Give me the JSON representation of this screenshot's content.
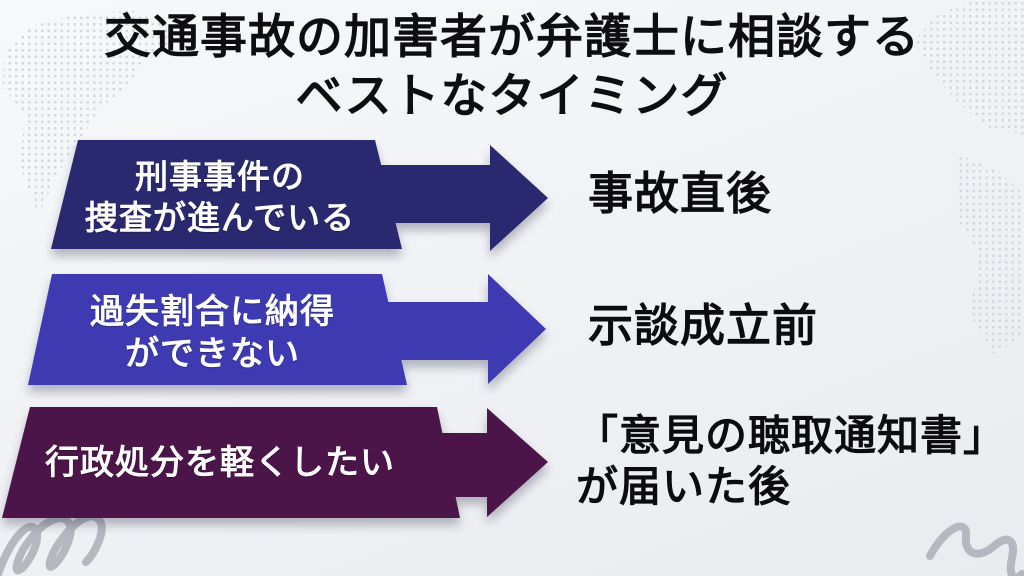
{
  "title": {
    "line1": "交通事故の加害者が弁護士に相談する",
    "line2": "ベストなタイミング"
  },
  "rows": [
    {
      "label_lines": [
        "刑事事件の",
        "捜査が進んでいる"
      ],
      "result_lines": [
        "事故直後"
      ],
      "color": "#2a286e"
    },
    {
      "label_lines": [
        "過失割合に納得",
        "ができない"
      ],
      "result_lines": [
        "示談成立前"
      ],
      "color": "#3d3ab2"
    },
    {
      "label_lines": [
        "行政処分を軽くしたい"
      ],
      "result_lines": [
        "「意見の聴取通知書」",
        "が届いた後"
      ],
      "color": "#4c1549"
    }
  ],
  "colors": {
    "background_top": "#f7f8fa",
    "background_bottom": "#e9ebef",
    "title_text": "#0e0e10",
    "box_text": "#ffffff",
    "result_text": "#0c0c0e",
    "map_dots": "#d0d2d8",
    "squiggle": "#b5b8bf"
  },
  "decorations": {
    "top_left": "dotted-world-map",
    "top_right": "dotted-world-map",
    "bottom_left": "scribble-squiggle",
    "bottom_right": "scribble-squiggle"
  }
}
